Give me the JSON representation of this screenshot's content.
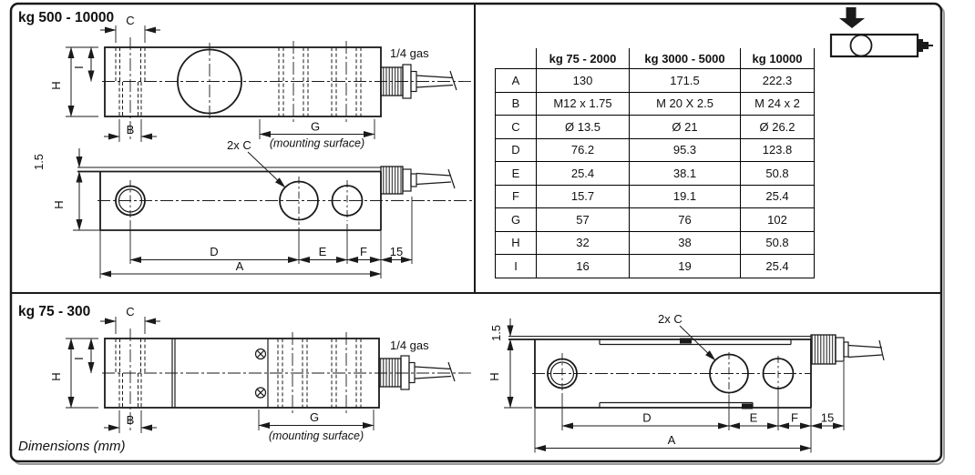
{
  "sections": {
    "top_drawing_title": "kg 500 - 10000",
    "bottom_drawing_title": "kg 75 - 300",
    "dimensions_note": "Dimensions (mm)"
  },
  "dims": {
    "a": "A",
    "b": "B",
    "c": "C",
    "d": "D",
    "e": "E",
    "f": "F",
    "g": "G",
    "h": "H",
    "i": "I",
    "two_c": "2x C",
    "lip": "1.5",
    "fifteen": "15",
    "gas": "1/4 gas",
    "mounting": "(mounting surface)"
  },
  "table": {
    "corner": "",
    "columns": [
      "kg 75 - 2000",
      "kg 3000 - 5000",
      "kg 10000"
    ],
    "rows": [
      {
        "label": "A",
        "values": [
          "130",
          "171.5",
          "222.3"
        ]
      },
      {
        "label": "B",
        "values": [
          "M12 x 1.75",
          "M 20 X 2.5",
          "M 24 x 2"
        ]
      },
      {
        "label": "C",
        "values": [
          "Ø 13.5",
          "Ø 21",
          "Ø 26.2"
        ]
      },
      {
        "label": "D",
        "values": [
          "76.2",
          "95.3",
          "123.8"
        ]
      },
      {
        "label": "E",
        "values": [
          "25.4",
          "38.1",
          "50.8"
        ]
      },
      {
        "label": "F",
        "values": [
          "15.7",
          "19.1",
          "25.4"
        ]
      },
      {
        "label": "G",
        "values": [
          "57",
          "76",
          "102"
        ]
      },
      {
        "label": "H",
        "values": [
          "32",
          "38",
          "50.8"
        ]
      },
      {
        "label": "I",
        "values": [
          "16",
          "19",
          "25.4"
        ]
      }
    ]
  },
  "icons": {
    "load_direction": "load-direction-arrow-down"
  },
  "colors": {
    "line": "#1a1a1a",
    "background": "#ffffff"
  }
}
